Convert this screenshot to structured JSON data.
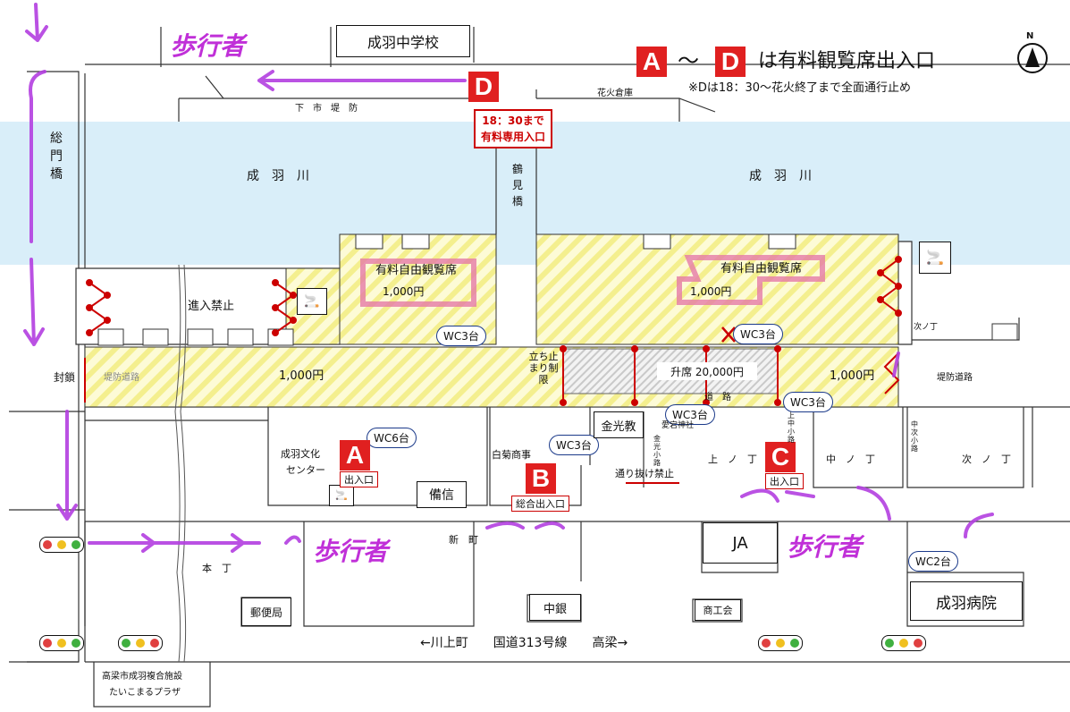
{
  "schools": {
    "north": "成羽中学校"
  },
  "legend": {
    "letter_a": "A",
    "tilde": "〜",
    "letter_d": "D",
    "text": "は有料観覧席出入口",
    "note": "※Dは18：30〜花火終了まで全面通行止め"
  },
  "compass": {
    "label": "N"
  },
  "river": {
    "name_left": "成　羽　川",
    "name_right": "成　羽　川"
  },
  "streets": {
    "shimo_teibo": "下　市　堤　防",
    "hanabi_souko": "花火倉庫",
    "teibo_douro_left": "堤防道路",
    "teibo_douro_right": "堤防道路",
    "road_small": "道　路",
    "shinmachi": "新　町",
    "honcho": "本　丁",
    "kaminocho": "上　ノ　丁",
    "nakanocho": "中　ノ　丁",
    "tsuginocho_small": "次ノ丁",
    "tsuginocho": "次　ノ　丁",
    "route_313": "←川上町　　国道313号線　　高梁→",
    "kamichu_koji": "上中小路",
    "nakatsugi_koji": "中次小路",
    "kanemitsu_koji": "金光小路"
  },
  "bridges": {
    "soumon": "総門橋",
    "tsurumi": "鶴見橋"
  },
  "entry_d": {
    "letter": "D",
    "time_line1": "18：30まで",
    "time_line2": "有料専用入口"
  },
  "seats": {
    "left_title": "有料自由観覧席",
    "left_price": "1,000円",
    "right_title": "有料自由観覧席",
    "right_price": "1,000円",
    "bank_price_left": "1,000円",
    "bank_price_right": "1,000円",
    "masu_seki": "升席 20,000円"
  },
  "labels": {
    "no_entry": "進入禁止",
    "closed": "封鎖",
    "stand_limit": "立ち止まり制限",
    "no_through": "通り抜け禁止"
  },
  "wc": {
    "wc_left_river": "WC3台",
    "wc_right_river": "WC3台",
    "wc_right_bank": "WC3台",
    "wc_road": "WC3台",
    "wc_culture": "WC6台",
    "wc_shiragiku": "WC3台",
    "wc_hospital": "WC2台"
  },
  "entrances": {
    "a_letter": "A",
    "a_label": "出入口",
    "b_letter": "B",
    "b_label": "総合出入口",
    "c_letter": "C",
    "c_label": "出入口"
  },
  "buildings": {
    "culture_center_1": "成羽文化",
    "culture_center_2": "センター",
    "bishin": "備信",
    "shiragiku": "白菊商事",
    "kinkoukyou": "金光教",
    "atago": "愛宕神社",
    "ja": "JA",
    "chugin": "中銀",
    "shokokai": "商工会",
    "post_office": "郵便局",
    "hospital": "成羽病院",
    "complex_1": "高梁市成羽複合施設",
    "complex_2": "たいこまるプラザ"
  },
  "pedestrian": {
    "top": "歩行者",
    "left": "歩行者",
    "right": "歩行者"
  },
  "colors": {
    "river": "#d9eef9",
    "hatch": "#f6f29a",
    "pink": "#c030d8",
    "red": "#e02020"
  }
}
